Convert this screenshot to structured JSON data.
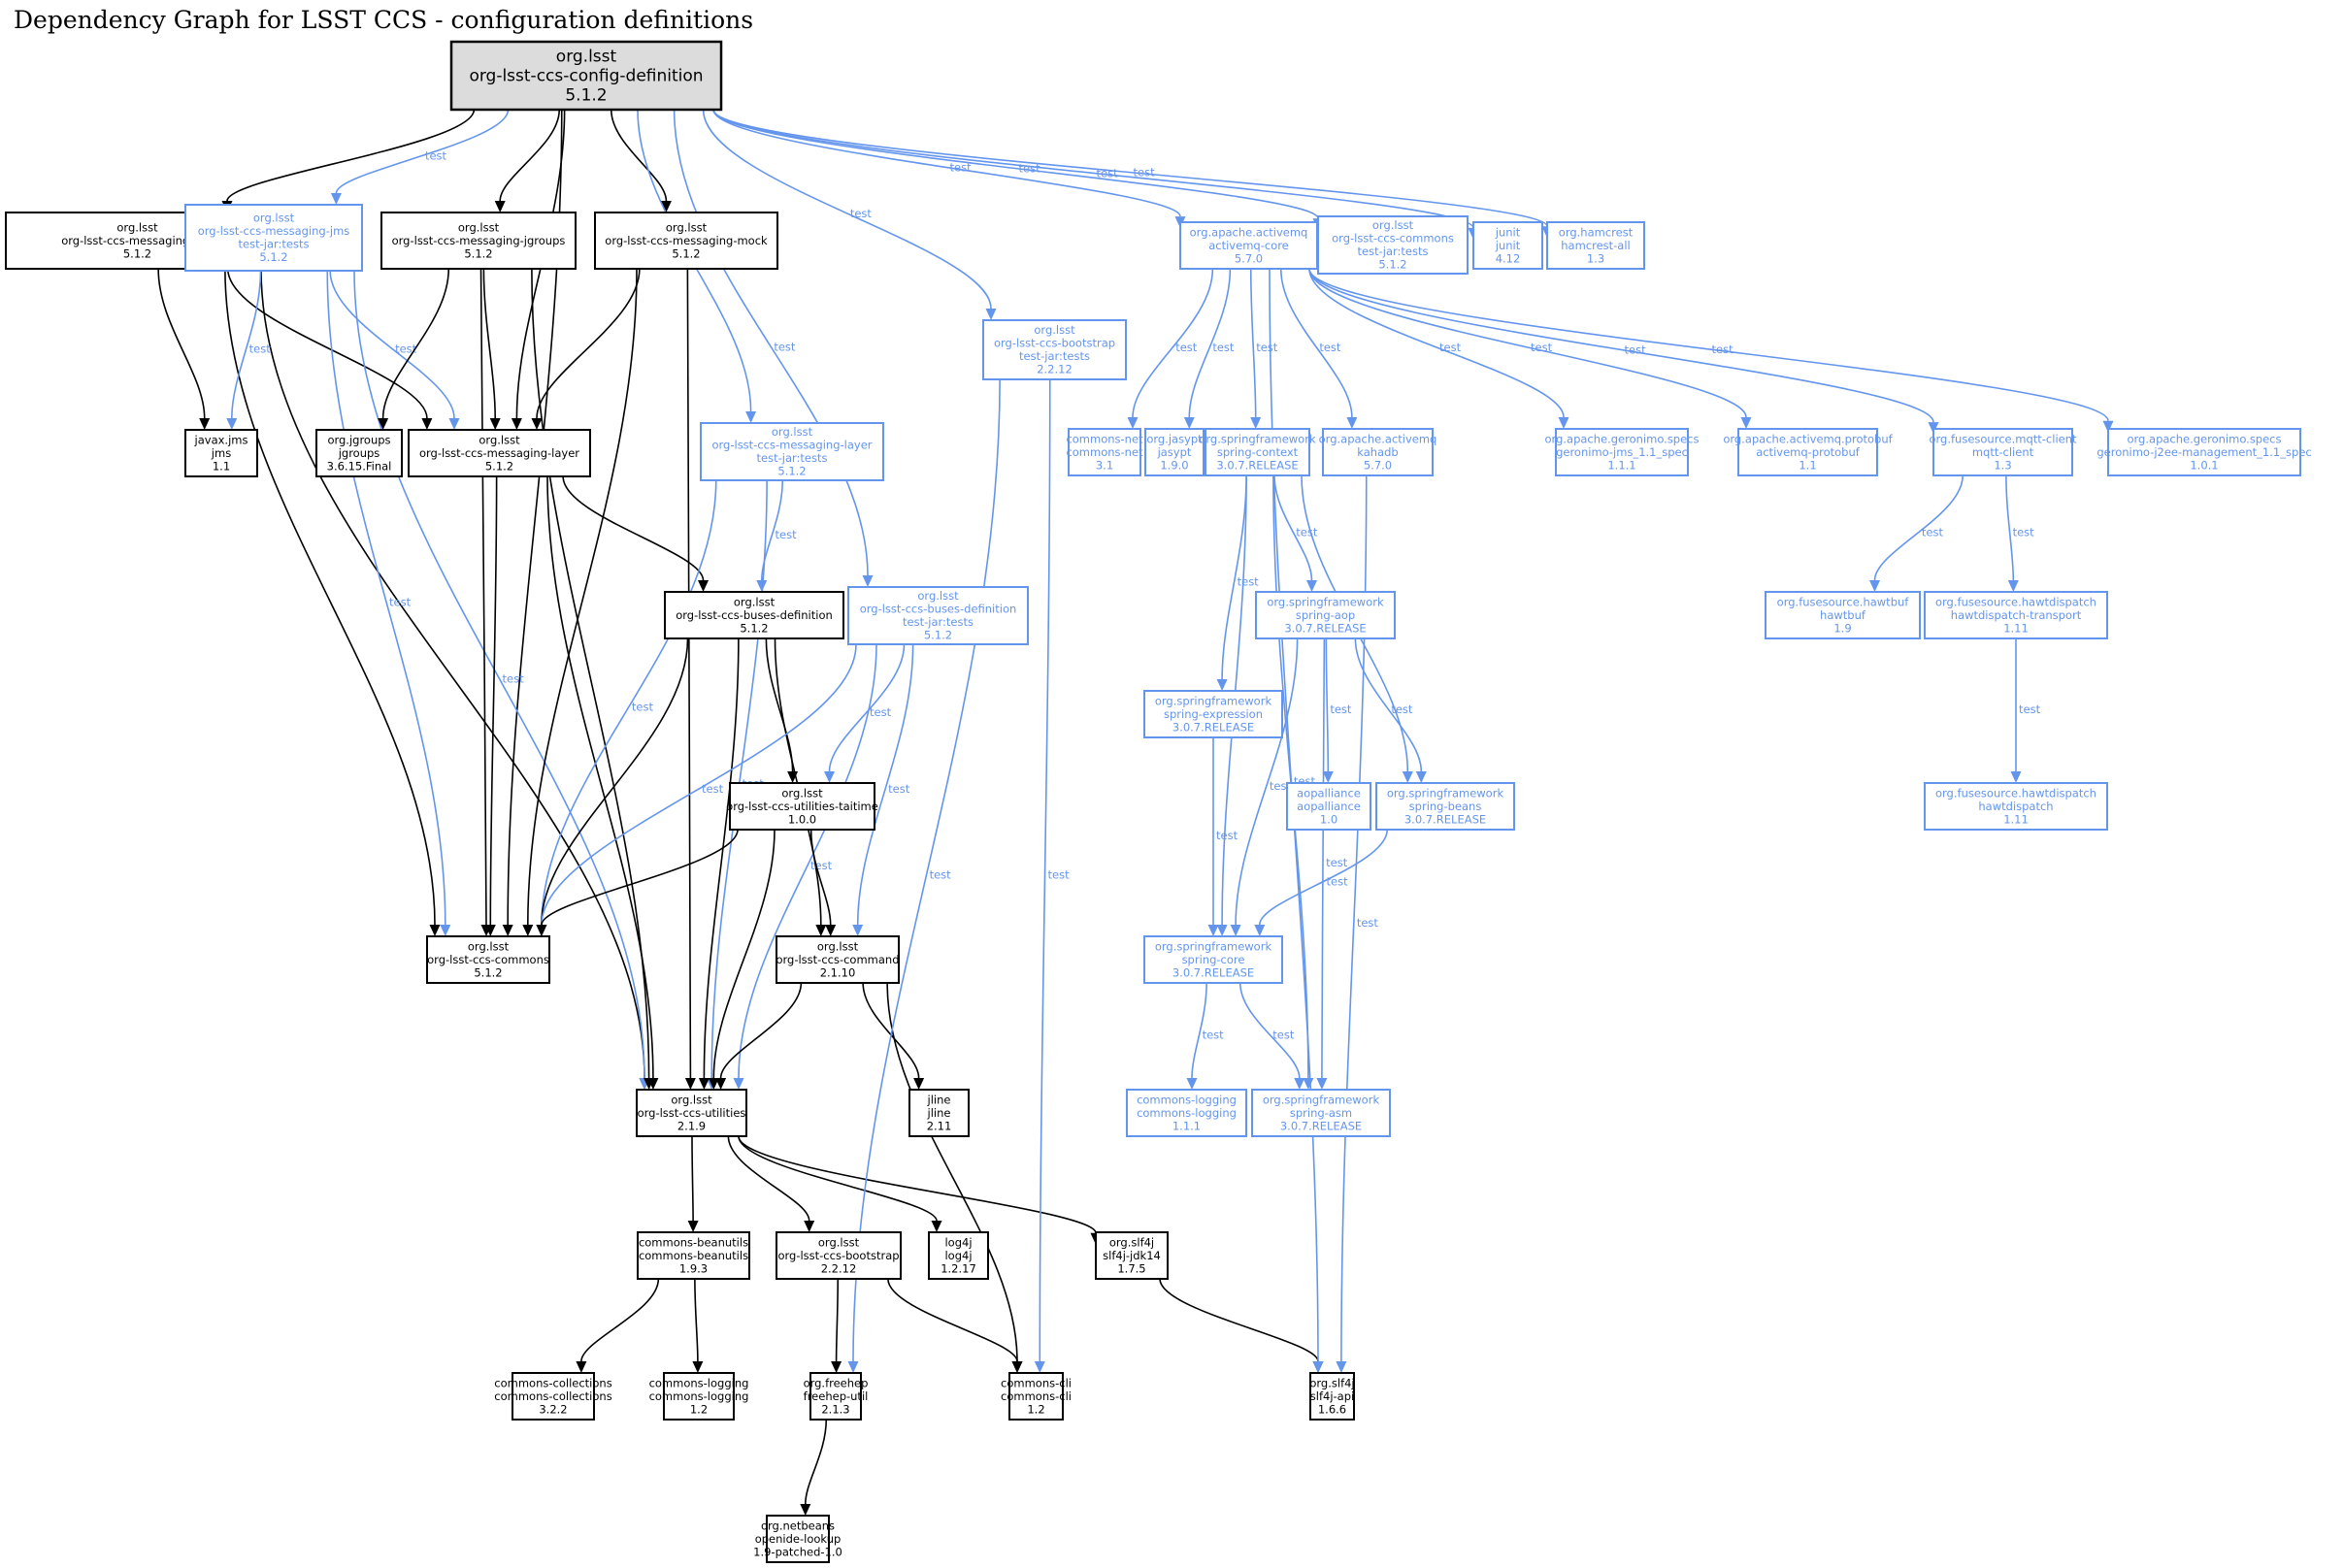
{
  "title": "Dependency Graph for LSST CCS - configuration definitions",
  "colors": {
    "compile": "#000000",
    "test": "#6495ed",
    "root_fill": "#dcdcdc"
  },
  "nodes": [
    {
      "id": "root",
      "lines": [
        "org.lsst",
        "org-lsst-ccs-config-definition",
        "5.1.2"
      ],
      "kind": "root"
    },
    {
      "id": "msg-jms",
      "lines": [
        "org.lsst",
        "org-lsst-ccs-messaging-jms",
        "5.1.2"
      ],
      "kind": "compile"
    },
    {
      "id": "msg-jms-tests",
      "lines": [
        "org.lsst",
        "org-lsst-ccs-messaging-jms",
        "test-jar:tests",
        "5.1.2"
      ],
      "kind": "test"
    },
    {
      "id": "msg-jgroups",
      "lines": [
        "org.lsst",
        "org-lsst-ccs-messaging-jgroups",
        "5.1.2"
      ],
      "kind": "compile"
    },
    {
      "id": "msg-mock",
      "lines": [
        "org.lsst",
        "org-lsst-ccs-messaging-mock",
        "5.1.2"
      ],
      "kind": "compile"
    },
    {
      "id": "activemq-core",
      "lines": [
        "org.apache.activemq",
        "activemq-core",
        "5.7.0"
      ],
      "kind": "test"
    },
    {
      "id": "commons-tests",
      "lines": [
        "org.lsst",
        "org-lsst-ccs-commons",
        "test-jar:tests",
        "5.1.2"
      ],
      "kind": "test"
    },
    {
      "id": "junit",
      "lines": [
        "junit",
        "junit",
        "4.12"
      ],
      "kind": "test"
    },
    {
      "id": "hamcrest",
      "lines": [
        "org.hamcrest",
        "hamcrest-all",
        "1.3"
      ],
      "kind": "test"
    },
    {
      "id": "bootstrap-tests",
      "lines": [
        "org.lsst",
        "org-lsst-ccs-bootstrap",
        "test-jar:tests",
        "2.2.12"
      ],
      "kind": "test"
    },
    {
      "id": "jms",
      "lines": [
        "javax.jms",
        "jms",
        "1.1"
      ],
      "kind": "compile"
    },
    {
      "id": "jgroups",
      "lines": [
        "org.jgroups",
        "jgroups",
        "3.6.15.Final"
      ],
      "kind": "compile"
    },
    {
      "id": "msg-layer",
      "lines": [
        "org.lsst",
        "org-lsst-ccs-messaging-layer",
        "5.1.2"
      ],
      "kind": "compile"
    },
    {
      "id": "msg-layer-tests",
      "lines": [
        "org.lsst",
        "org-lsst-ccs-messaging-layer",
        "test-jar:tests",
        "5.1.2"
      ],
      "kind": "test"
    },
    {
      "id": "commons-net",
      "lines": [
        "commons-net",
        "commons-net",
        "3.1"
      ],
      "kind": "test"
    },
    {
      "id": "jasypt",
      "lines": [
        "org.jasypt",
        "jasypt",
        "1.9.0"
      ],
      "kind": "test"
    },
    {
      "id": "spring-context",
      "lines": [
        "org.springframework",
        "spring-context",
        "3.0.7.RELEASE"
      ],
      "kind": "test"
    },
    {
      "id": "kahadb",
      "lines": [
        "org.apache.activemq",
        "kahadb",
        "5.7.0"
      ],
      "kind": "test"
    },
    {
      "id": "geronimo-jms",
      "lines": [
        "org.apache.geronimo.specs",
        "geronimo-jms_1.1_spec",
        "1.1.1"
      ],
      "kind": "test"
    },
    {
      "id": "protobuf",
      "lines": [
        "org.apache.activemq.protobuf",
        "activemq-protobuf",
        "1.1"
      ],
      "kind": "test"
    },
    {
      "id": "mqtt",
      "lines": [
        "org.fusesource.mqtt-client",
        "mqtt-client",
        "1.3"
      ],
      "kind": "test"
    },
    {
      "id": "geronimo-j2ee",
      "lines": [
        "org.apache.geronimo.specs",
        "geronimo-j2ee-management_1.1_spec",
        "1.0.1"
      ],
      "kind": "test"
    },
    {
      "id": "buses-def",
      "lines": [
        "org.lsst",
        "org-lsst-ccs-buses-definition",
        "5.1.2"
      ],
      "kind": "compile"
    },
    {
      "id": "buses-def-tests",
      "lines": [
        "org.lsst",
        "org-lsst-ccs-buses-definition",
        "test-jar:tests",
        "5.1.2"
      ],
      "kind": "test"
    },
    {
      "id": "spring-aop",
      "lines": [
        "org.springframework",
        "spring-aop",
        "3.0.7.RELEASE"
      ],
      "kind": "test"
    },
    {
      "id": "hawtbuf",
      "lines": [
        "org.fusesource.hawtbuf",
        "hawtbuf",
        "1.9"
      ],
      "kind": "test"
    },
    {
      "id": "hawtdispatch-transport",
      "lines": [
        "org.fusesource.hawtdispatch",
        "hawtdispatch-transport",
        "1.11"
      ],
      "kind": "test"
    },
    {
      "id": "spring-expression",
      "lines": [
        "org.springframework",
        "spring-expression",
        "3.0.7.RELEASE"
      ],
      "kind": "test"
    },
    {
      "id": "taitime",
      "lines": [
        "org.lsst",
        "org-lsst-ccs-utilities-taitime",
        "1.0.0"
      ],
      "kind": "compile"
    },
    {
      "id": "aopalliance",
      "lines": [
        "aopalliance",
        "aopalliance",
        "1.0"
      ],
      "kind": "test"
    },
    {
      "id": "spring-beans",
      "lines": [
        "org.springframework",
        "spring-beans",
        "3.0.7.RELEASE"
      ],
      "kind": "test"
    },
    {
      "id": "hawtdispatch",
      "lines": [
        "org.fusesource.hawtdispatch",
        "hawtdispatch",
        "1.11"
      ],
      "kind": "test"
    },
    {
      "id": "commons",
      "lines": [
        "org.lsst",
        "org-lsst-ccs-commons",
        "5.1.2"
      ],
      "kind": "compile"
    },
    {
      "id": "command",
      "lines": [
        "org.lsst",
        "org-lsst-ccs-command",
        "2.1.10"
      ],
      "kind": "compile"
    },
    {
      "id": "spring-core",
      "lines": [
        "org.springframework",
        "spring-core",
        "3.0.7.RELEASE"
      ],
      "kind": "test"
    },
    {
      "id": "utilities",
      "lines": [
        "org.lsst",
        "org-lsst-ccs-utilities",
        "2.1.9"
      ],
      "kind": "compile"
    },
    {
      "id": "jline",
      "lines": [
        "jline",
        "jline",
        "2.11"
      ],
      "kind": "compile"
    },
    {
      "id": "commons-logging-111",
      "lines": [
        "commons-logging",
        "commons-logging",
        "1.1.1"
      ],
      "kind": "test"
    },
    {
      "id": "spring-asm",
      "lines": [
        "org.springframework",
        "spring-asm",
        "3.0.7.RELEASE"
      ],
      "kind": "test"
    },
    {
      "id": "beanutils",
      "lines": [
        "commons-beanutils",
        "commons-beanutils",
        "1.9.3"
      ],
      "kind": "compile"
    },
    {
      "id": "bootstrap",
      "lines": [
        "org.lsst",
        "org-lsst-ccs-bootstrap",
        "2.2.12"
      ],
      "kind": "compile"
    },
    {
      "id": "log4j",
      "lines": [
        "log4j",
        "log4j",
        "1.2.17"
      ],
      "kind": "compile"
    },
    {
      "id": "slf4j-jdk14",
      "lines": [
        "org.slf4j",
        "slf4j-jdk14",
        "1.7.5"
      ],
      "kind": "compile"
    },
    {
      "id": "collections",
      "lines": [
        "commons-collections",
        "commons-collections",
        "3.2.2"
      ],
      "kind": "compile"
    },
    {
      "id": "commons-logging-12",
      "lines": [
        "commons-logging",
        "commons-logging",
        "1.2"
      ],
      "kind": "compile"
    },
    {
      "id": "freehep",
      "lines": [
        "org.freehep",
        "freehep-util",
        "2.1.3"
      ],
      "kind": "compile"
    },
    {
      "id": "commons-cli",
      "lines": [
        "commons-cli",
        "commons-cli",
        "1.2"
      ],
      "kind": "compile"
    },
    {
      "id": "slf4j-api",
      "lines": [
        "org.slf4j",
        "slf4j-api",
        "1.6.6"
      ],
      "kind": "compile"
    },
    {
      "id": "openide",
      "lines": [
        "org.netbeans",
        "openide-lookup",
        "1.9-patched-1.0"
      ],
      "kind": "compile"
    }
  ],
  "edges": [
    {
      "from": "root",
      "to": "msg-jms",
      "kind": "compile"
    },
    {
      "from": "root",
      "to": "msg-jms-tests",
      "kind": "test",
      "label": "test"
    },
    {
      "from": "root",
      "to": "msg-jgroups",
      "kind": "compile"
    },
    {
      "from": "root",
      "to": "msg-mock",
      "kind": "compile"
    },
    {
      "from": "root",
      "to": "msg-layer",
      "kind": "compile"
    },
    {
      "from": "root",
      "to": "commons",
      "kind": "compile"
    },
    {
      "from": "root",
      "to": "msg-layer-tests",
      "kind": "test",
      "label": "test"
    },
    {
      "from": "root",
      "to": "buses-def-tests",
      "kind": "test",
      "label": "test"
    },
    {
      "from": "root",
      "to": "bootstrap-tests",
      "kind": "test",
      "label": "test"
    },
    {
      "from": "root",
      "to": "activemq-core",
      "kind": "test",
      "label": "test"
    },
    {
      "from": "root",
      "to": "commons-tests",
      "kind": "test",
      "label": "test"
    },
    {
      "from": "root",
      "to": "junit",
      "kind": "test",
      "label": "test"
    },
    {
      "from": "root",
      "to": "hamcrest",
      "kind": "test",
      "label": "test"
    },
    {
      "from": "msg-jms",
      "to": "jms",
      "kind": "compile"
    },
    {
      "from": "msg-jms",
      "to": "msg-layer",
      "kind": "compile"
    },
    {
      "from": "msg-jms",
      "to": "commons",
      "kind": "compile"
    },
    {
      "from": "msg-jms",
      "to": "utilities",
      "kind": "compile"
    },
    {
      "from": "msg-jms-tests",
      "to": "jms",
      "kind": "test",
      "label": "test"
    },
    {
      "from": "msg-jms-tests",
      "to": "msg-layer",
      "kind": "test",
      "label": "test"
    },
    {
      "from": "msg-jms-tests",
      "to": "commons",
      "kind": "test",
      "label": "test"
    },
    {
      "from": "msg-jms-tests",
      "to": "utilities",
      "kind": "test",
      "label": "test"
    },
    {
      "from": "msg-jgroups",
      "to": "jgroups",
      "kind": "compile"
    },
    {
      "from": "msg-jgroups",
      "to": "msg-layer",
      "kind": "compile"
    },
    {
      "from": "msg-jgroups",
      "to": "commons",
      "kind": "compile"
    },
    {
      "from": "msg-jgroups",
      "to": "utilities",
      "kind": "compile"
    },
    {
      "from": "msg-mock",
      "to": "msg-layer",
      "kind": "compile"
    },
    {
      "from": "msg-mock",
      "to": "commons",
      "kind": "compile"
    },
    {
      "from": "msg-mock",
      "to": "utilities",
      "kind": "compile"
    },
    {
      "from": "msg-layer",
      "to": "buses-def",
      "kind": "compile"
    },
    {
      "from": "msg-layer",
      "to": "commons",
      "kind": "compile"
    },
    {
      "from": "msg-layer",
      "to": "utilities",
      "kind": "compile"
    },
    {
      "from": "msg-layer-tests",
      "to": "buses-def",
      "kind": "test",
      "label": "test"
    },
    {
      "from": "msg-layer-tests",
      "to": "commons",
      "kind": "test",
      "label": "test"
    },
    {
      "from": "msg-layer-tests",
      "to": "utilities",
      "kind": "test",
      "label": "test"
    },
    {
      "from": "buses-def",
      "to": "taitime",
      "kind": "compile"
    },
    {
      "from": "buses-def",
      "to": "commons",
      "kind": "compile"
    },
    {
      "from": "buses-def",
      "to": "command",
      "kind": "compile"
    },
    {
      "from": "buses-def",
      "to": "utilities",
      "kind": "compile"
    },
    {
      "from": "buses-def-tests",
      "to": "taitime",
      "kind": "test",
      "label": "test"
    },
    {
      "from": "buses-def-tests",
      "to": "commons",
      "kind": "test",
      "label": "test"
    },
    {
      "from": "buses-def-tests",
      "to": "command",
      "kind": "test",
      "label": "test"
    },
    {
      "from": "buses-def-tests",
      "to": "utilities",
      "kind": "test",
      "label": "test"
    },
    {
      "from": "taitime",
      "to": "commons",
      "kind": "compile"
    },
    {
      "from": "taitime",
      "to": "command",
      "kind": "compile"
    },
    {
      "from": "taitime",
      "to": "utilities",
      "kind": "compile"
    },
    {
      "from": "command",
      "to": "utilities",
      "kind": "compile"
    },
    {
      "from": "command",
      "to": "jline",
      "kind": "compile"
    },
    {
      "from": "command",
      "to": "commons-cli",
      "kind": "compile"
    },
    {
      "from": "utilities",
      "to": "beanutils",
      "kind": "compile"
    },
    {
      "from": "utilities",
      "to": "bootstrap",
      "kind": "compile"
    },
    {
      "from": "utilities",
      "to": "log4j",
      "kind": "compile"
    },
    {
      "from": "utilities",
      "to": "slf4j-jdk14",
      "kind": "compile"
    },
    {
      "from": "beanutils",
      "to": "collections",
      "kind": "compile"
    },
    {
      "from": "beanutils",
      "to": "commons-logging-12",
      "kind": "compile"
    },
    {
      "from": "bootstrap",
      "to": "freehep",
      "kind": "compile"
    },
    {
      "from": "bootstrap",
      "to": "commons-cli",
      "kind": "compile"
    },
    {
      "from": "slf4j-jdk14",
      "to": "slf4j-api",
      "kind": "compile"
    },
    {
      "from": "freehep",
      "to": "openide",
      "kind": "compile"
    },
    {
      "from": "bootstrap-tests",
      "to": "freehep",
      "kind": "test",
      "label": "test"
    },
    {
      "from": "bootstrap-tests",
      "to": "commons-cli",
      "kind": "test",
      "label": "test"
    },
    {
      "from": "activemq-core",
      "to": "commons-net",
      "kind": "test",
      "label": "test"
    },
    {
      "from": "activemq-core",
      "to": "jasypt",
      "kind": "test",
      "label": "test"
    },
    {
      "from": "activemq-core",
      "to": "spring-context",
      "kind": "test",
      "label": "test"
    },
    {
      "from": "activemq-core",
      "to": "kahadb",
      "kind": "test",
      "label": "test"
    },
    {
      "from": "activemq-core",
      "to": "geronimo-jms",
      "kind": "test",
      "label": "test"
    },
    {
      "from": "activemq-core",
      "to": "protobuf",
      "kind": "test",
      "label": "test"
    },
    {
      "from": "activemq-core",
      "to": "mqtt",
      "kind": "test",
      "label": "test"
    },
    {
      "from": "activemq-core",
      "to": "geronimo-j2ee",
      "kind": "test",
      "label": "test"
    },
    {
      "from": "activemq-core",
      "to": "slf4j-api",
      "kind": "test",
      "label": "test"
    },
    {
      "from": "kahadb",
      "to": "slf4j-api",
      "kind": "test",
      "label": "test"
    },
    {
      "from": "spring-context",
      "to": "spring-aop",
      "kind": "test",
      "label": "test"
    },
    {
      "from": "spring-context",
      "to": "spring-expression",
      "kind": "test",
      "label": "test"
    },
    {
      "from": "spring-context",
      "to": "spring-beans",
      "kind": "test",
      "label": "test"
    },
    {
      "from": "spring-context",
      "to": "spring-core",
      "kind": "test",
      "label": "test"
    },
    {
      "from": "spring-context",
      "to": "spring-asm",
      "kind": "test",
      "label": "test"
    },
    {
      "from": "spring-aop",
      "to": "aopalliance",
      "kind": "test",
      "label": "test"
    },
    {
      "from": "spring-aop",
      "to": "spring-beans",
      "kind": "test",
      "label": "test"
    },
    {
      "from": "spring-aop",
      "to": "spring-core",
      "kind": "test",
      "label": "test"
    },
    {
      "from": "spring-aop",
      "to": "spring-asm",
      "kind": "test",
      "label": "test"
    },
    {
      "from": "spring-expression",
      "to": "spring-core",
      "kind": "test",
      "label": "test"
    },
    {
      "from": "spring-beans",
      "to": "spring-core",
      "kind": "test",
      "label": "test"
    },
    {
      "from": "spring-core",
      "to": "commons-logging-111",
      "kind": "test",
      "label": "test"
    },
    {
      "from": "spring-core",
      "to": "spring-asm",
      "kind": "test",
      "label": "test"
    },
    {
      "from": "mqtt",
      "to": "hawtbuf",
      "kind": "test",
      "label": "test"
    },
    {
      "from": "mqtt",
      "to": "hawtdispatch-transport",
      "kind": "test",
      "label": "test"
    },
    {
      "from": "hawtdispatch-transport",
      "to": "hawtdispatch",
      "kind": "test",
      "label": "test"
    }
  ]
}
